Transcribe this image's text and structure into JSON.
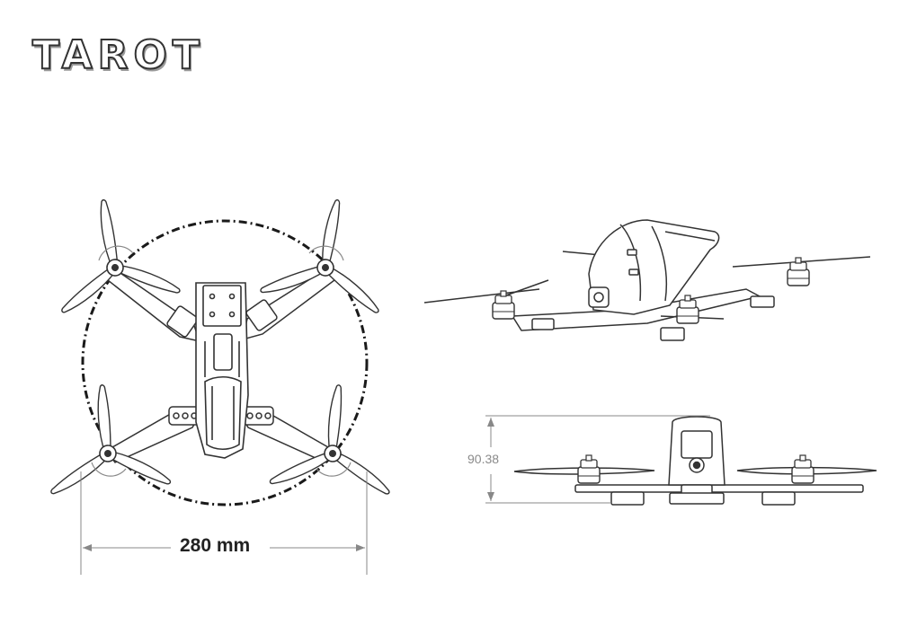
{
  "brand": {
    "logo_text": "TAROT"
  },
  "dimensions": {
    "width_label": "280 mm",
    "height_label": "90.38"
  },
  "colors": {
    "line": "#333333",
    "dashed_circle": "#1a1a1a",
    "dimension_line": "#888888"
  }
}
